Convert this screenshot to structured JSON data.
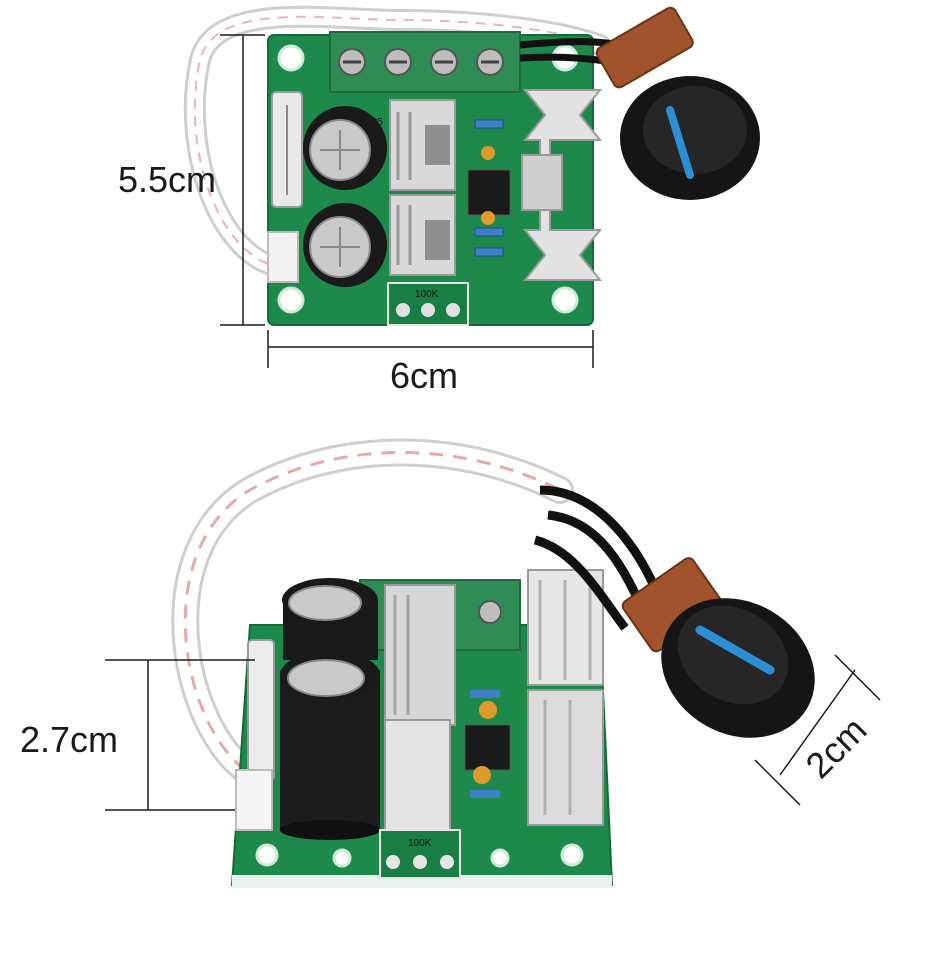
{
  "top_view": {
    "height_label": "5.5cm",
    "width_label": "6cm",
    "potentiometer_marking": "100K",
    "capacitor_marking": "35"
  },
  "side_view": {
    "height_label": "2.7cm",
    "knob_label": "2cm",
    "potentiometer_marking": "100K"
  },
  "colors": {
    "pcb": "#1d8a4c",
    "terminal_block": "#2f8c55",
    "heatsink": "#d9d9d9",
    "knob": "#151515",
    "knob_stripe": "#2c8fd6",
    "dimension_line": "#1a1a1a"
  }
}
